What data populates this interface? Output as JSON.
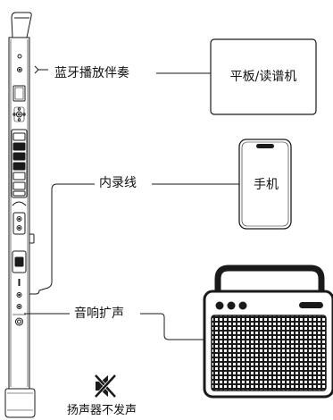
{
  "labels": {
    "bluetooth": "蓝牙播放伴奏",
    "line_in": "内录线",
    "speaker": "音响扩声",
    "no_speaker": "扬声器不发声"
  },
  "devices": {
    "tablet": "平板/读谱机",
    "phone": "手机"
  },
  "colors": {
    "stroke": "#1a1a1a",
    "fill": "#ffffff"
  },
  "icons": [
    "bluetooth-symbol-icon",
    "muted-speaker-icon"
  ]
}
